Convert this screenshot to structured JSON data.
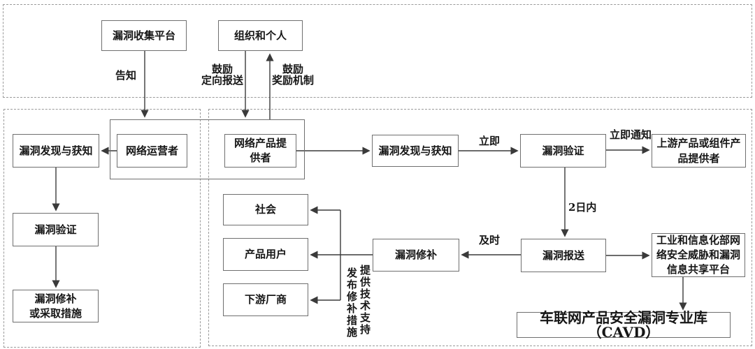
{
  "nodes": {
    "collect_platform": {
      "label": "漏洞收集平台"
    },
    "org_individual": {
      "label": "组织和个人"
    },
    "network_operator": {
      "label": "网络运营者"
    },
    "product_provider": {
      "label": "网络产品提\n供者"
    },
    "left_discover": {
      "label": "漏洞发现与获知"
    },
    "left_verify": {
      "label": "漏洞验证"
    },
    "left_fix": {
      "label": "漏洞修补\n或采取措施"
    },
    "right_discover": {
      "label": "漏洞发现与获知"
    },
    "right_verify": {
      "label": "漏洞验证"
    },
    "upstream_provider": {
      "label": "上游产品或组件产\n品提供者"
    },
    "report": {
      "label": "漏洞报送"
    },
    "miit_platform": {
      "label": "工业和信息化部网\n络安全威胁和漏洞\n信息共享平台"
    },
    "cavd": {
      "label": "车联网产品安全漏洞专业库（CAVD）"
    },
    "repair": {
      "label": "漏洞修补"
    },
    "society": {
      "label": "社会"
    },
    "product_users": {
      "label": "产品用户"
    },
    "downstream_vendors": {
      "label": "下游厂商"
    }
  },
  "edge_labels": {
    "notify": "告知",
    "encourage_directed_report": "鼓励\n定向报送",
    "encourage_reward_mechanism": "鼓励\n奖励机制",
    "immediately": "立即",
    "immediately_notify": "立即通知",
    "within_2_days": "2日内",
    "timely": "及时",
    "publish_repair_measures": "发布修补措施",
    "provide_technical_support": "提供技术支持"
  },
  "colors": {
    "box_border": "#6f6f6f",
    "dashed_region_border": "#9a9a9a",
    "arrow_line": "#3a3a3a",
    "text": "#161616",
    "background": "#ffffff"
  }
}
